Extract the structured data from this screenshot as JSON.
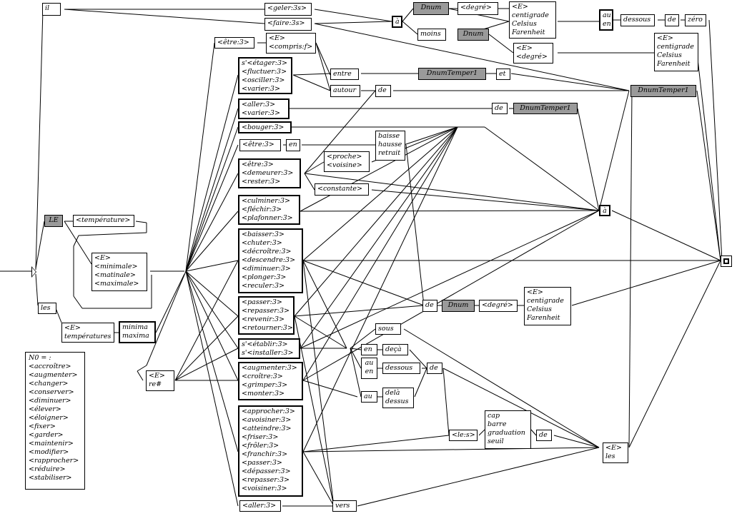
{
  "nodes": {
    "il": [
      "il"
    ],
    "geler": [
      "<geler:3s>"
    ],
    "faire": [
      "<faire:3s>"
    ],
    "a_top": [
      "à"
    ],
    "dnum1": [
      "Dnum"
    ],
    "degre1": [
      "<degré>"
    ],
    "moins": [
      "moins"
    ],
    "dnum2": [
      "Dnum"
    ],
    "unit1": [
      "<E>",
      "centigrade",
      "Celsius",
      "Farenheit"
    ],
    "degre2": [
      "<E>",
      "<degré>"
    ],
    "auen1": [
      "au",
      "en"
    ],
    "dessous1": [
      "dessous"
    ],
    "de_top": [
      "de"
    ],
    "zero": [
      "zéro"
    ],
    "unit2": [
      "<E>",
      "centigrade",
      "Celsius",
      "Farenheit"
    ],
    "etre1": [
      "<être:3>"
    ],
    "compris": [
      "<E>",
      "<compris:f>"
    ],
    "verbs_var": [
      "s'<étager:3>",
      "<fluctuer:3>",
      "<osciller:3>",
      "<varier:3>"
    ],
    "entre": [
      "entre"
    ],
    "autour": [
      "autour"
    ],
    "de_mid1": [
      "de"
    ],
    "dtemp1": [
      "DnumTemper1"
    ],
    "et": [
      "et"
    ],
    "dtemp_right": [
      "DnumTemper1"
    ],
    "aller_varier": [
      "<aller:3>",
      "<varier:3>"
    ],
    "de_mid2": [
      "de"
    ],
    "dtemp2": [
      "DnumTemper1"
    ],
    "bouger": [
      "<bouger:3>"
    ],
    "etre2": [
      "<être:3>"
    ],
    "en1": [
      "en"
    ],
    "baisse": [
      "baisse",
      "hausse",
      "retrait"
    ],
    "proche": [
      "<proche>",
      "<voisine>"
    ],
    "etre_group": [
      "<être:3>",
      "<demeurer:3>",
      "<rester:3>"
    ],
    "constante": [
      "<constante>"
    ],
    "a_right": [
      "à"
    ],
    "le": [
      "LE"
    ],
    "temperature": [
      "<température>"
    ],
    "minimale": [
      "<E>",
      "<minimale>",
      "<matinale>",
      "<maximale>"
    ],
    "culminer": [
      "<culminer:3>",
      "<fléchir:3>",
      "<plafonner:3>"
    ],
    "baisser_group": [
      "<baisser:3>",
      "<chuter:3>",
      "<décroître:3>",
      "<descendre:3>",
      "<diminuer:3>",
      "<plonger:3>",
      "<reculer:3>"
    ],
    "les1": [
      "les"
    ],
    "temperatures": [
      "<E>",
      "températures"
    ],
    "minima": [
      "minima",
      "maxima"
    ],
    "de_bottom": [
      "de"
    ],
    "dnum3": [
      "Dnum"
    ],
    "degre3": [
      "<degré>"
    ],
    "unit3": [
      "<E>",
      "centigrade",
      "Celsius",
      "Farenheit"
    ],
    "passer_group": [
      "<passer:3>",
      "<repasser:3>",
      "<revenir:3>",
      "<retourner:3>"
    ],
    "etablir": [
      "s'<établir:3>",
      "s'<installer:3>"
    ],
    "sous": [
      "sous"
    ],
    "en2": [
      "en"
    ],
    "deca": [
      "deçà"
    ],
    "auen2": [
      "au",
      "en"
    ],
    "dessous2": [
      "dessous"
    ],
    "de_low": [
      "de"
    ],
    "re": [
      "<E>",
      "re#"
    ],
    "augmenter_group": [
      "<augmenter:3>",
      "<croître:3>",
      "<grimper:3>",
      "<monter:3>"
    ],
    "au": [
      "au"
    ],
    "dela": [
      "delà",
      "dessus"
    ],
    "approcher_group": [
      "<approcher:3>",
      "<avoisiner:3>",
      "<atteindre:3>",
      "<friser:3>",
      "<frôler:3>",
      "<franchir:3>",
      "<passer:3>",
      "<dépasser:3>",
      "<repasser:3>",
      "<voisiner:3>"
    ],
    "les_s": [
      "<le:s>"
    ],
    "cap": [
      "cap",
      "barre",
      "graduation",
      "seuil"
    ],
    "de_cap": [
      "de"
    ],
    "eles": [
      "<E>",
      "les"
    ],
    "aller_bottom": [
      "<aller:3>"
    ],
    "vers": [
      "vers"
    ]
  },
  "legend": {
    "title": "N0 = :",
    "items": [
      "<accroître>",
      "<augmenter>",
      "<changer>",
      "<conserver>",
      "<diminuer>",
      "<élever>",
      "<éloigner>",
      "<fixer>",
      "<garder>",
      "<maintenir>",
      "<modifier>",
      "<rapprocher>",
      "<réduire>",
      "<stabiliser>"
    ]
  },
  "colors": {
    "gray_node": "#9a9a9a",
    "line": "#000000"
  }
}
